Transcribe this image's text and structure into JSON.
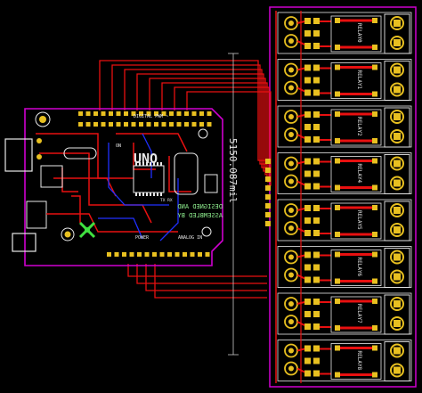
{
  "board": {
    "logo": "UNO",
    "header_digital": "DIGITAL PWM ~",
    "header_power": "POWER",
    "header_analog": "ANALOG IN",
    "txrx": "TX RX",
    "label_on": "ON",
    "designed_by": "DESIGNED AND",
    "assembled_by": "ASSEMBLED BY",
    "dimension": "5150.087mil"
  },
  "relays": [
    {
      "label": "RELAY0"
    },
    {
      "label": "RELAY1"
    },
    {
      "label": "RELAY2"
    },
    {
      "label": "RELAY4"
    },
    {
      "label": "RELAY5"
    },
    {
      "label": "RELAY6"
    },
    {
      "label": "RELAY7"
    },
    {
      "label": "RELAY8"
    }
  ],
  "colors": {
    "background": "#000000",
    "outline": "#d000d0",
    "top_copper": "#e81010",
    "bottom_copper": "#2030ff",
    "silkscreen": "#e8e8e8",
    "pad": "#e8c020",
    "green_text": "#8fef8f"
  }
}
